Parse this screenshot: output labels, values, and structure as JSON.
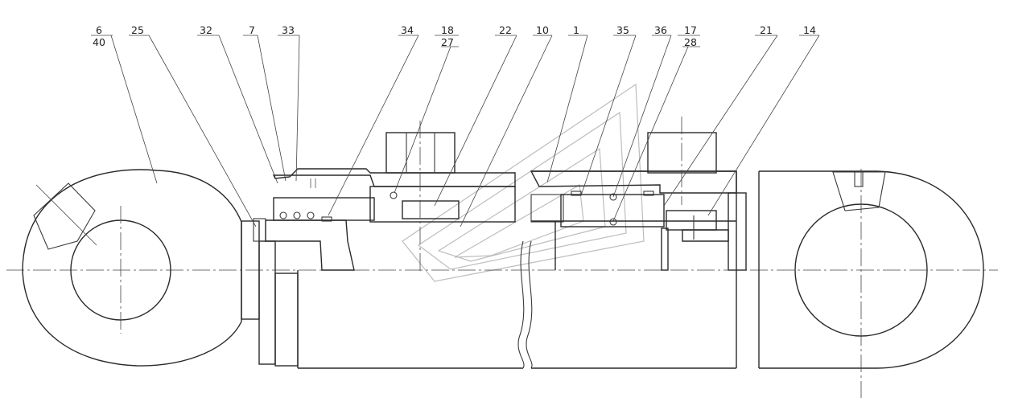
{
  "drawing": {
    "callouts": [
      {
        "id": "c6",
        "text": "6"
      },
      {
        "id": "c40",
        "text": "40"
      },
      {
        "id": "c25",
        "text": "25"
      },
      {
        "id": "c32",
        "text": "32"
      },
      {
        "id": "c7",
        "text": "7"
      },
      {
        "id": "c33",
        "text": "33"
      },
      {
        "id": "c34",
        "text": "34"
      },
      {
        "id": "c18",
        "text": "18"
      },
      {
        "id": "c27",
        "text": "27"
      },
      {
        "id": "c22",
        "text": "22"
      },
      {
        "id": "c10",
        "text": "10"
      },
      {
        "id": "c1",
        "text": "1"
      },
      {
        "id": "c35",
        "text": "35"
      },
      {
        "id": "c36",
        "text": "36"
      },
      {
        "id": "c17",
        "text": "17"
      },
      {
        "id": "c28",
        "text": "28"
      },
      {
        "id": "c21",
        "text": "21"
      },
      {
        "id": "c14",
        "text": "14"
      }
    ]
  }
}
